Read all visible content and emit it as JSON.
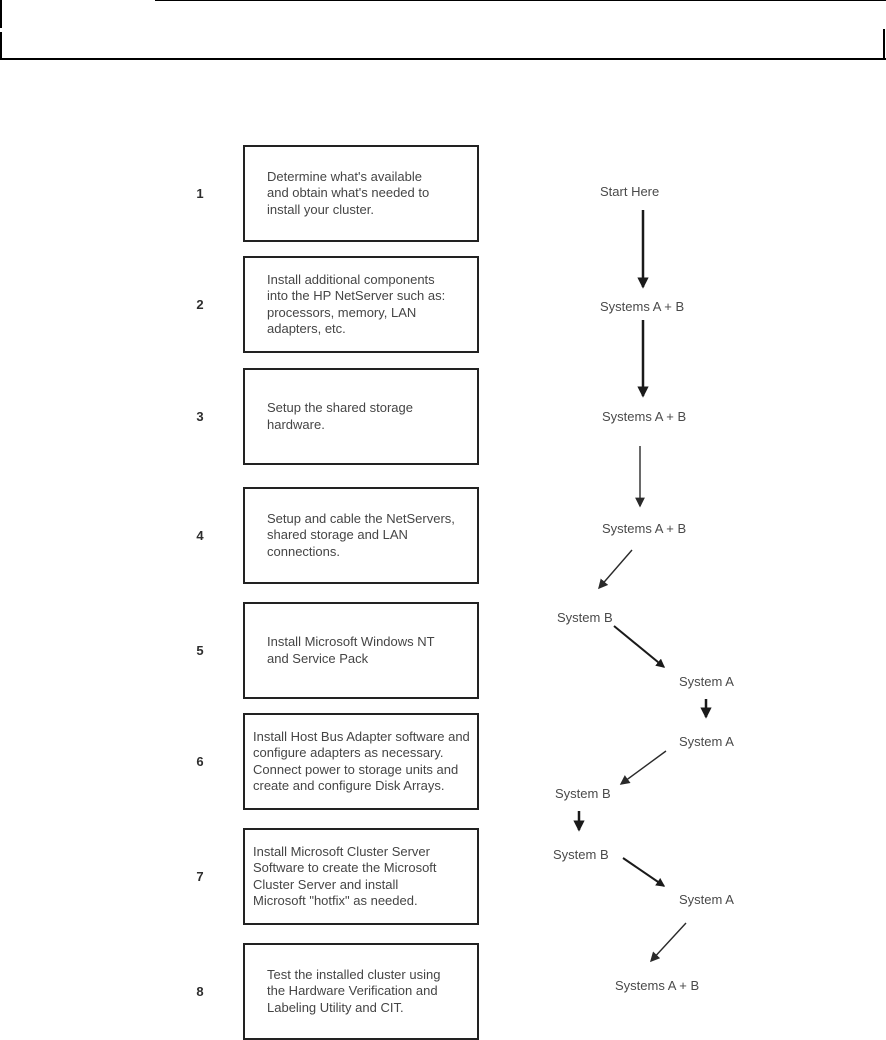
{
  "steps": [
    {
      "number": "1",
      "lines": [
        "Determine what's available",
        "and obtain what's needed to",
        "install your cluster."
      ]
    },
    {
      "number": "2",
      "lines": [
        "Install additional components",
        "into the HP NetServer such as:",
        "processors, memory, LAN",
        "adapters, etc."
      ]
    },
    {
      "number": "3",
      "lines": [
        "Setup the shared storage",
        "hardware."
      ]
    },
    {
      "number": "4",
      "lines": [
        "Setup and cable the NetServers,",
        "shared storage and LAN",
        "connections."
      ]
    },
    {
      "number": "5",
      "lines": [
        "Install Microsoft Windows NT",
        "and Service Pack"
      ]
    },
    {
      "number": "6",
      "lines": [
        "Install Host Bus Adapter software and",
        "configure adapters as necessary.",
        "Connect power to storage units and",
        "create and configure Disk Arrays."
      ]
    },
    {
      "number": "7",
      "lines": [
        "Install Microsoft Cluster Server",
        "Software to create the Microsoft",
        "Cluster Server and install",
        "Microsoft \"hotfix\" as needed."
      ]
    },
    {
      "number": "8",
      "lines": [
        "Test the installed cluster using",
        "the Hardware Verification and",
        "Labeling Utility and CIT."
      ]
    }
  ],
  "flow": {
    "labels": [
      "Start Here",
      "Systems A + B",
      "Systems A + B",
      "Systems A + B",
      "System B",
      "System A",
      "System A",
      "System B",
      "System B",
      "System A",
      "Systems A + B"
    ]
  }
}
